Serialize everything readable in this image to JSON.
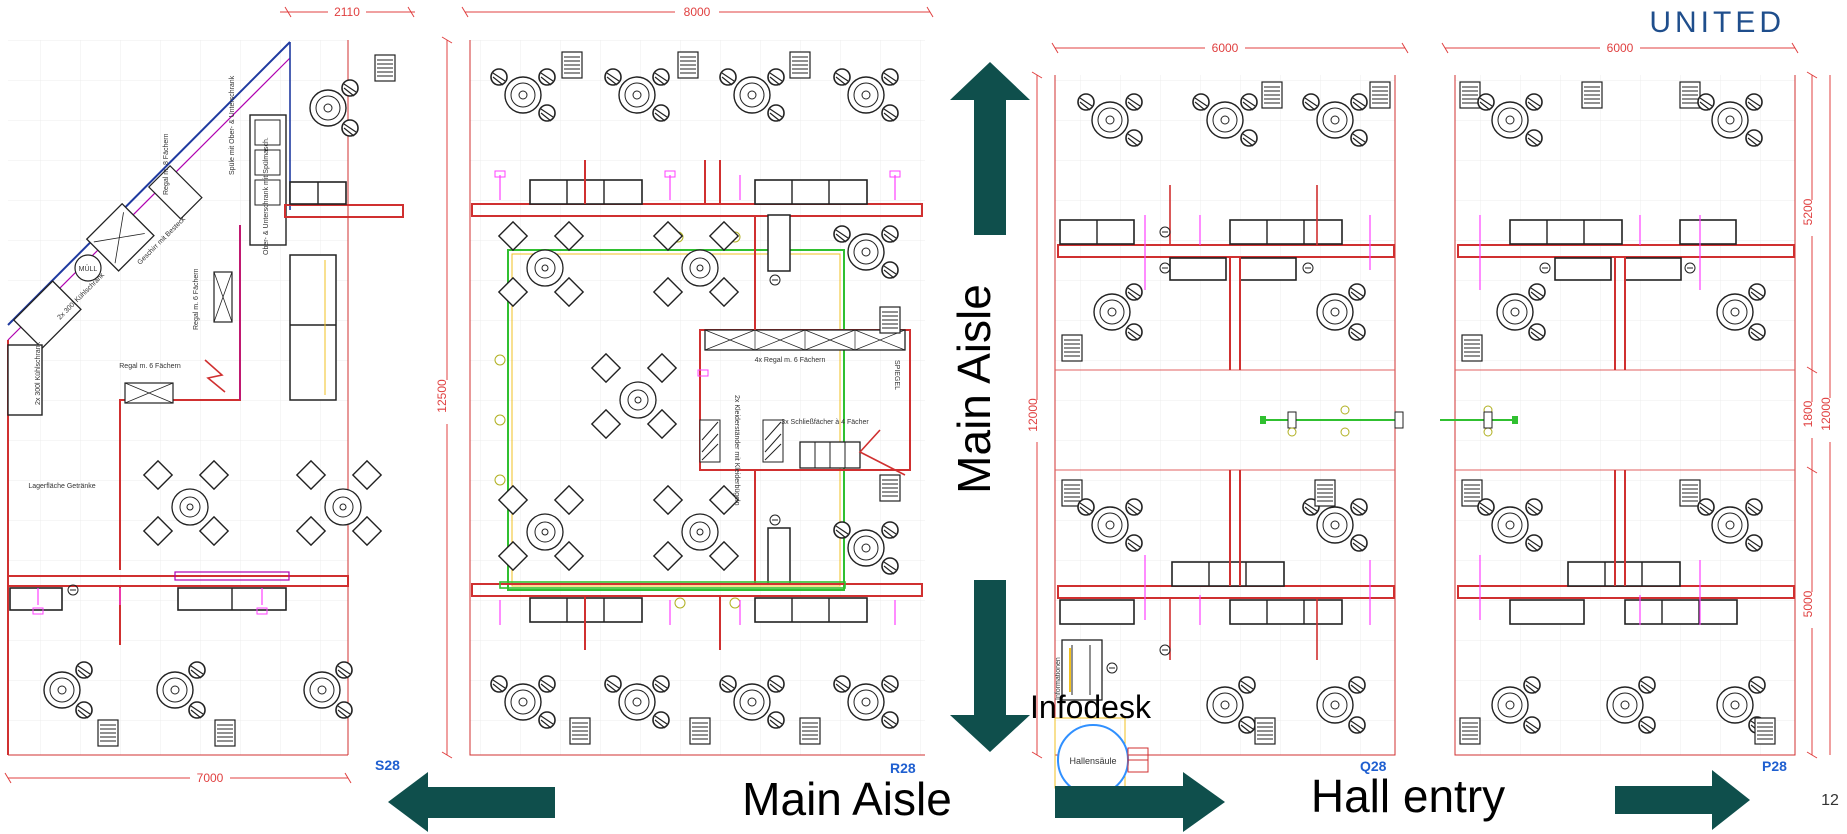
{
  "brand": {
    "logo_text": "UNITED",
    "logo_color": "#1f4e8c"
  },
  "page_number": "12",
  "colors": {
    "arrow": "#0f4f4c",
    "dimension": "#e04040",
    "hall_code": "#1f5fd0",
    "grid": "#e8c9c9",
    "wall": "#d03030"
  },
  "halls": {
    "s28": "S28",
    "r28": "R28",
    "q28": "Q28",
    "p28": "P28"
  },
  "dimensions": {
    "s_top": "2110",
    "s_bottom": "7000",
    "r_top": "8000",
    "r_left": "12500",
    "q_top": "6000",
    "q_left": "12000",
    "p_top": "6000",
    "p_right_a": "5200",
    "p_right_b": "1800",
    "p_right_c": "5000",
    "p_right_total": "12000"
  },
  "labels": {
    "main_aisle_vertical": "Main Aisle",
    "main_aisle_bottom": "Main Aisle",
    "hall_entry": "Hall entry",
    "infodesk": "Infodesk",
    "hallensaeule": "Hallensäule",
    "informationen": "Informationen",
    "regal_6": "Regal m. 6 Fächern",
    "regal_6b": "Regal m. 6 Fächern",
    "regal_8": "Regal m. 8 Fächern",
    "lagerflaeche": "Lagerfläche Getränke",
    "kuehlschrank": "2x 300l Kühlschrank",
    "kuehlschrank2": "2x 300l Kühlschrank",
    "geschirr": "Geschirr mit Besteck",
    "muell": "MÜLL",
    "spuele": "Spüle mit Ober- & Unterschrank",
    "ober_unter": "Ober- & Unterschrank mit Spülmasch.",
    "regal_4x": "4x Regal m. 6 Fächern",
    "schliessfach": "3x Schließfächer à 4 Fächer",
    "kleiderstaender": "2x Kleiderständer mit Kleiderbügeln",
    "spiegel": "SPIEGEL"
  }
}
